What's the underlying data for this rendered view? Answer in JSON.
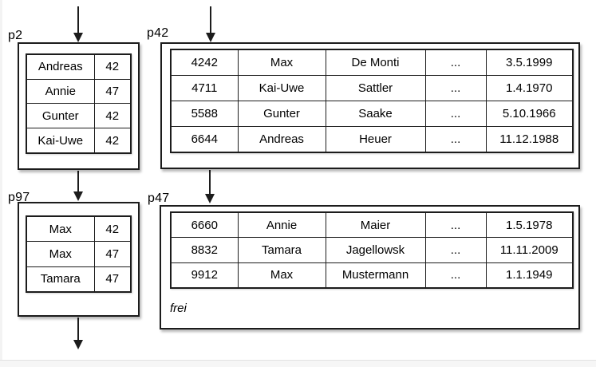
{
  "pages": {
    "p2": {
      "label": "p2",
      "rows": [
        {
          "name": "Andreas",
          "value": "42"
        },
        {
          "name": "Annie",
          "value": "47"
        },
        {
          "name": "Gunter",
          "value": "42"
        },
        {
          "name": "Kai-Uwe",
          "value": "42"
        }
      ]
    },
    "p42": {
      "label": "p42",
      "rows": [
        {
          "id": "4242",
          "first": "Max",
          "last": "De Monti",
          "more": "...",
          "date": "3.5.1999"
        },
        {
          "id": "4711",
          "first": "Kai-Uwe",
          "last": "Sattler",
          "more": "...",
          "date": "1.4.1970"
        },
        {
          "id": "5588",
          "first": "Gunter",
          "last": "Saake",
          "more": "...",
          "date": "5.10.1966"
        },
        {
          "id": "6644",
          "first": "Andreas",
          "last": "Heuer",
          "more": "...",
          "date": "11.12.1988"
        }
      ]
    },
    "p97": {
      "label": "p97",
      "rows": [
        {
          "name": "Max",
          "value": "42"
        },
        {
          "name": "Max",
          "value": "47"
        },
        {
          "name": "Tamara",
          "value": "47"
        }
      ]
    },
    "p47": {
      "label": "p47",
      "rows": [
        {
          "id": "6660",
          "first": "Annie",
          "last": "Maier",
          "more": "...",
          "date": "1.5.1978"
        },
        {
          "id": "8832",
          "first": "Tamara",
          "last": "Jagellowsk",
          "more": "...",
          "date": "11.11.2009"
        },
        {
          "id": "9912",
          "first": "Max",
          "last": "Mustermann",
          "more": "...",
          "date": "1.1.1949"
        }
      ],
      "free_label": "frei"
    }
  },
  "colors": {
    "line": "#1c1c1c",
    "background": "#ffffff",
    "footer_strip": "#f6f6f6"
  }
}
